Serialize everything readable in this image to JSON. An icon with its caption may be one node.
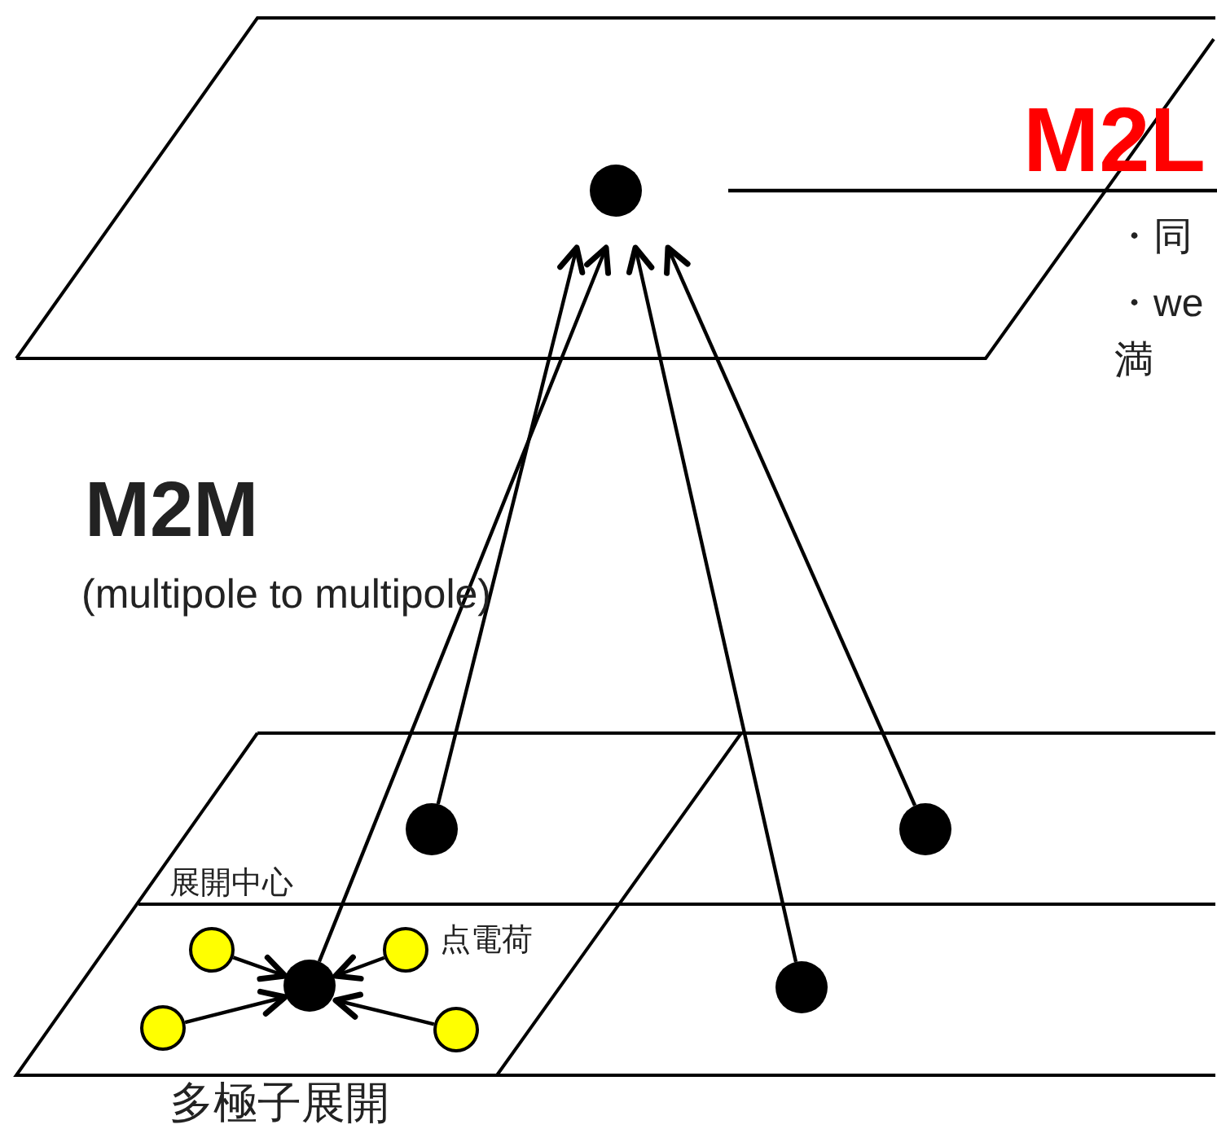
{
  "diagram": {
    "nodes": [
      {
        "text": [],
        "shape": "circle"
      },
      {
        "text": [],
        "shape": "circle"
      },
      {
        "text": [],
        "shape": "circle"
      },
      {
        "text": [],
        "shape": "circle"
      },
      {
        "text": [],
        "shape": "circle"
      },
      {
        "text": [],
        "shape": "circle"
      },
      {
        "text": [],
        "shape": "circle"
      },
      {
        "text": [],
        "shape": "circle"
      },
      {
        "text": [],
        "shape": "circle"
      },
      {
        "text": [
          "M2L"
        ]
      }
    ],
    "edges": [
      {
        "from": 1,
        "to": 0,
        "arrow": "to"
      },
      {
        "from": 4,
        "to": 0,
        "arrow": "to"
      },
      {
        "from": 3,
        "to": 0,
        "arrow": "to"
      },
      {
        "from": 2,
        "to": 0,
        "arrow": "to"
      },
      {
        "from": 5,
        "to": 4,
        "arrow": "to"
      },
      {
        "from": 6,
        "to": 4,
        "arrow": "to"
      },
      {
        "from": 7,
        "to": 4,
        "arrow": "to"
      },
      {
        "from": 8,
        "to": 4,
        "arrow": "to"
      },
      {
        "from": 9,
        "to": 0,
        "arrow": "none"
      }
    ],
    "labels": [
      "・同",
      "・we 満",
      "M2M",
      "(multipole to multipole)",
      "展開中心",
      "点電荷",
      "多極子展開"
    ]
  }
}
